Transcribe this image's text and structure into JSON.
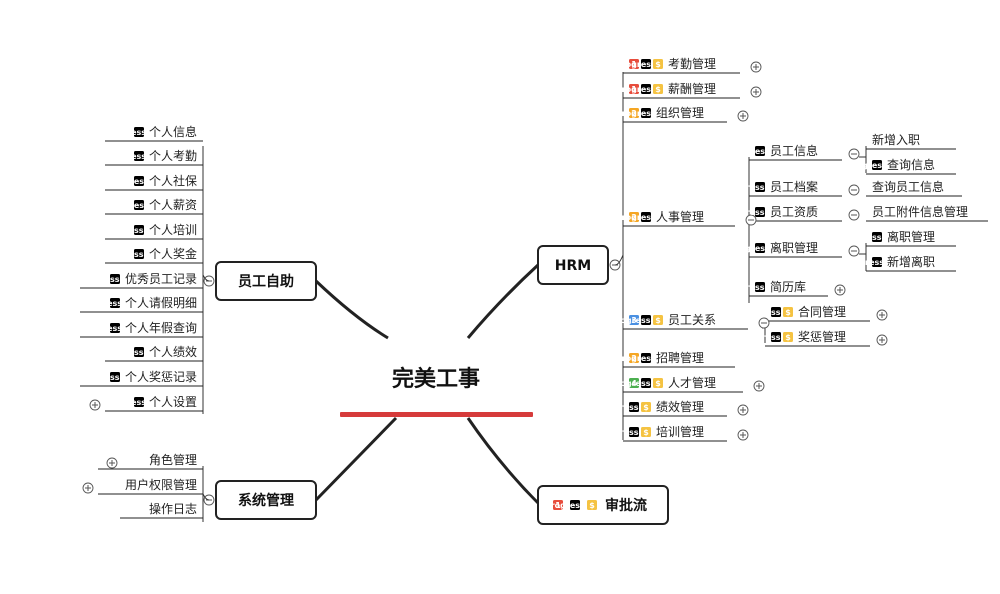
{
  "colors": {
    "priority1": "#e74c3c",
    "priority2": "#f5a623",
    "priority3": "#4a90e2",
    "priority4": "#4caf50",
    "dollar": "#f5c342",
    "progress": "#4caf50",
    "root_bar": "#d63b3b"
  },
  "root": {
    "label": "完美工事"
  },
  "hrm": {
    "label": "HRM",
    "items": [
      {
        "label": "考勤管理",
        "badges": [
          "p1",
          "progress-75",
          "dollar"
        ],
        "toggle": "expand"
      },
      {
        "label": "薪酬管理",
        "badges": [
          "p1",
          "progress-75",
          "dollar"
        ],
        "toggle": "expand"
      },
      {
        "label": "组织管理",
        "badges": [
          "p2",
          "progress-50"
        ],
        "toggle": "expand"
      },
      {
        "label": "人事管理",
        "badges": [
          "p2",
          "progress-25"
        ],
        "toggle": "collapse"
      },
      {
        "label": "员工关系",
        "badges": [
          "p3",
          "progress-start",
          "dollar"
        ],
        "toggle": "collapse"
      },
      {
        "label": "招聘管理",
        "badges": [
          "p2",
          "progress-25"
        ]
      },
      {
        "label": "人才管理",
        "badges": [
          "p4",
          "progress-start",
          "dollar"
        ],
        "toggle": "expand"
      },
      {
        "label": "绩效管理",
        "badges": [
          "progress-start",
          "dollar"
        ],
        "toggle": "expand"
      },
      {
        "label": "培训管理",
        "badges": [
          "progress-start",
          "dollar"
        ],
        "toggle": "expand"
      }
    ],
    "personnel": [
      {
        "label": "员工信息",
        "badges": [
          "progress-75"
        ],
        "toggle": "collapse"
      },
      {
        "label": "员工档案",
        "badges": [
          "progress-start"
        ],
        "toggle": "collapse"
      },
      {
        "label": "员工资质",
        "badges": [
          "progress-start"
        ],
        "toggle": "collapse"
      },
      {
        "label": "离职管理",
        "badges": [
          "progress-25"
        ],
        "toggle": "collapse"
      },
      {
        "label": "简历库",
        "badges": [
          "progress-start"
        ],
        "toggle": "expand"
      }
    ],
    "employee_info_children": [
      {
        "label": "新增入职",
        "badges": []
      },
      {
        "label": "查询信息",
        "badges": [
          "progress-50"
        ]
      }
    ],
    "employee_file_child": {
      "label": "查询员工信息"
    },
    "employee_qual_child": {
      "label": "员工附件信息管理"
    },
    "resign_children": [
      {
        "label": "离职管理",
        "badges": [
          "progress-start"
        ]
      },
      {
        "label": "新增离职",
        "badges": [
          "progress-100"
        ]
      }
    ],
    "relations_children": [
      {
        "label": "合同管理",
        "badges": [
          "progress-start",
          "dollar"
        ],
        "toggle": "expand"
      },
      {
        "label": "奖惩管理",
        "badges": [
          "progress-start",
          "dollar"
        ],
        "toggle": "expand"
      }
    ]
  },
  "self_service": {
    "label": "员工自助",
    "items": [
      {
        "label": "个人信息",
        "badges": [
          "progress-100"
        ]
      },
      {
        "label": "个人考勤",
        "badges": [
          "progress-100"
        ]
      },
      {
        "label": "个人社保",
        "badges": [
          "progress-50"
        ]
      },
      {
        "label": "个人薪资",
        "badges": [
          "progress-50"
        ]
      },
      {
        "label": "个人培训",
        "badges": [
          "progress-start"
        ]
      },
      {
        "label": "个人奖金",
        "badges": [
          "progress-start"
        ]
      },
      {
        "label": "优秀员工记录",
        "badges": [
          "progress-start"
        ]
      },
      {
        "label": "个人请假明细",
        "badges": [
          "progress-100"
        ]
      },
      {
        "label": "个人年假查询",
        "badges": [
          "progress-100"
        ]
      },
      {
        "label": "个人绩效",
        "badges": [
          "progress-start"
        ]
      },
      {
        "label": "个人奖惩记录",
        "badges": [
          "progress-start"
        ]
      },
      {
        "label": "个人设置",
        "badges": [
          "progress-100"
        ],
        "toggle": "expand"
      }
    ]
  },
  "system": {
    "label": "系统管理",
    "items": [
      {
        "label": "角色管理",
        "toggle": "expand"
      },
      {
        "label": "用户权限管理",
        "toggle": "expand"
      },
      {
        "label": "操作日志"
      }
    ]
  },
  "approval": {
    "label": "审批流",
    "badges": [
      "p1",
      "progress-25",
      "dollar"
    ]
  }
}
